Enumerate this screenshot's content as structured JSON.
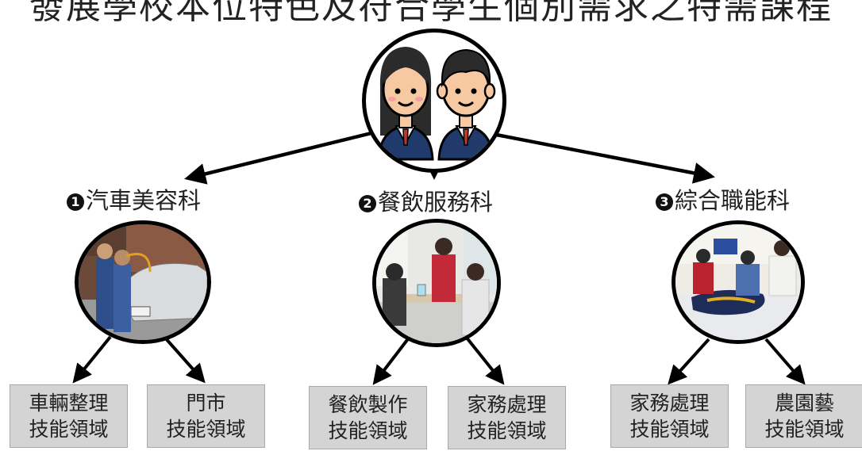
{
  "title": "發展學校本位特色及符合學生個別需求之特需課程",
  "departments": [
    {
      "label": "汽車美容科",
      "number": "1",
      "domains": [
        {
          "line1": "車輛整理",
          "line2": "技能領域"
        },
        {
          "line1": "門市",
          "line2": "技能領域"
        }
      ]
    },
    {
      "label": "餐飲服務科",
      "number": "2",
      "domains": [
        {
          "line1": "餐飲製作",
          "line2": "技能領域"
        },
        {
          "line1": "家務處理",
          "line2": "技能領域"
        }
      ]
    },
    {
      "label": "綜合職能科",
      "number": "3",
      "domains": [
        {
          "line1": "家務處理",
          "line2": "技能領域"
        },
        {
          "line1": "農園藝",
          "line2": "技能領域"
        }
      ]
    }
  ],
  "icons": [
    "students-icon",
    "car-workshop-photo",
    "food-service-photo",
    "vocational-class-photo"
  ]
}
